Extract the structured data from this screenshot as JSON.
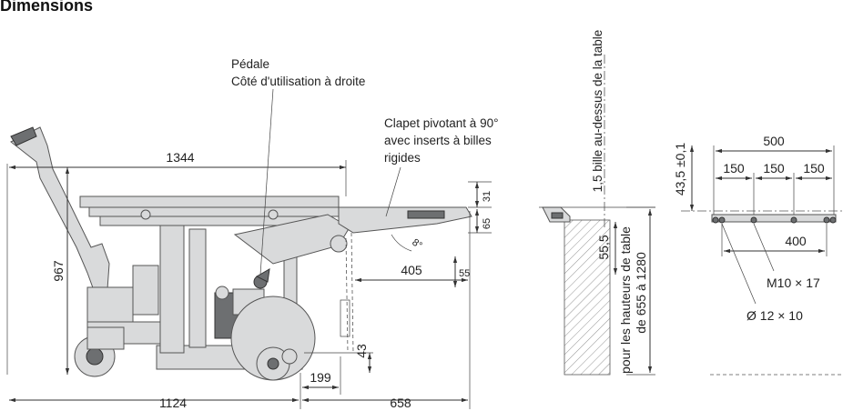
{
  "title": "Dimensions",
  "labels": {
    "pedal_line1": "Pédale",
    "pedal_line2": "Côté d'utilisation à droite",
    "flap_line1": "Clapet pivotant à 90°",
    "flap_line2": "avec inserts à billes",
    "flap_line3": "rigides",
    "ball_above": "1,5 bille au-dessus de la table",
    "table_heights_line1": "pour les hauteurs de table",
    "table_heights_line2": "de 655 à 1280",
    "thread": "M10 × 17",
    "hole": "Ø 12 × 10",
    "angle": "8°"
  },
  "dimensions": {
    "d1344": "1344",
    "d967": "967",
    "d1124": "1124",
    "d658": "658",
    "d199": "199",
    "d43": "43",
    "d405": "405",
    "d55a": "55",
    "d31": "31",
    "d65": "65",
    "d55_5": "55,5",
    "d43_5": "43,5 ±0,1",
    "d500": "500",
    "d150a": "150",
    "d150b": "150",
    "d150c": "150",
    "d400": "400"
  }
}
